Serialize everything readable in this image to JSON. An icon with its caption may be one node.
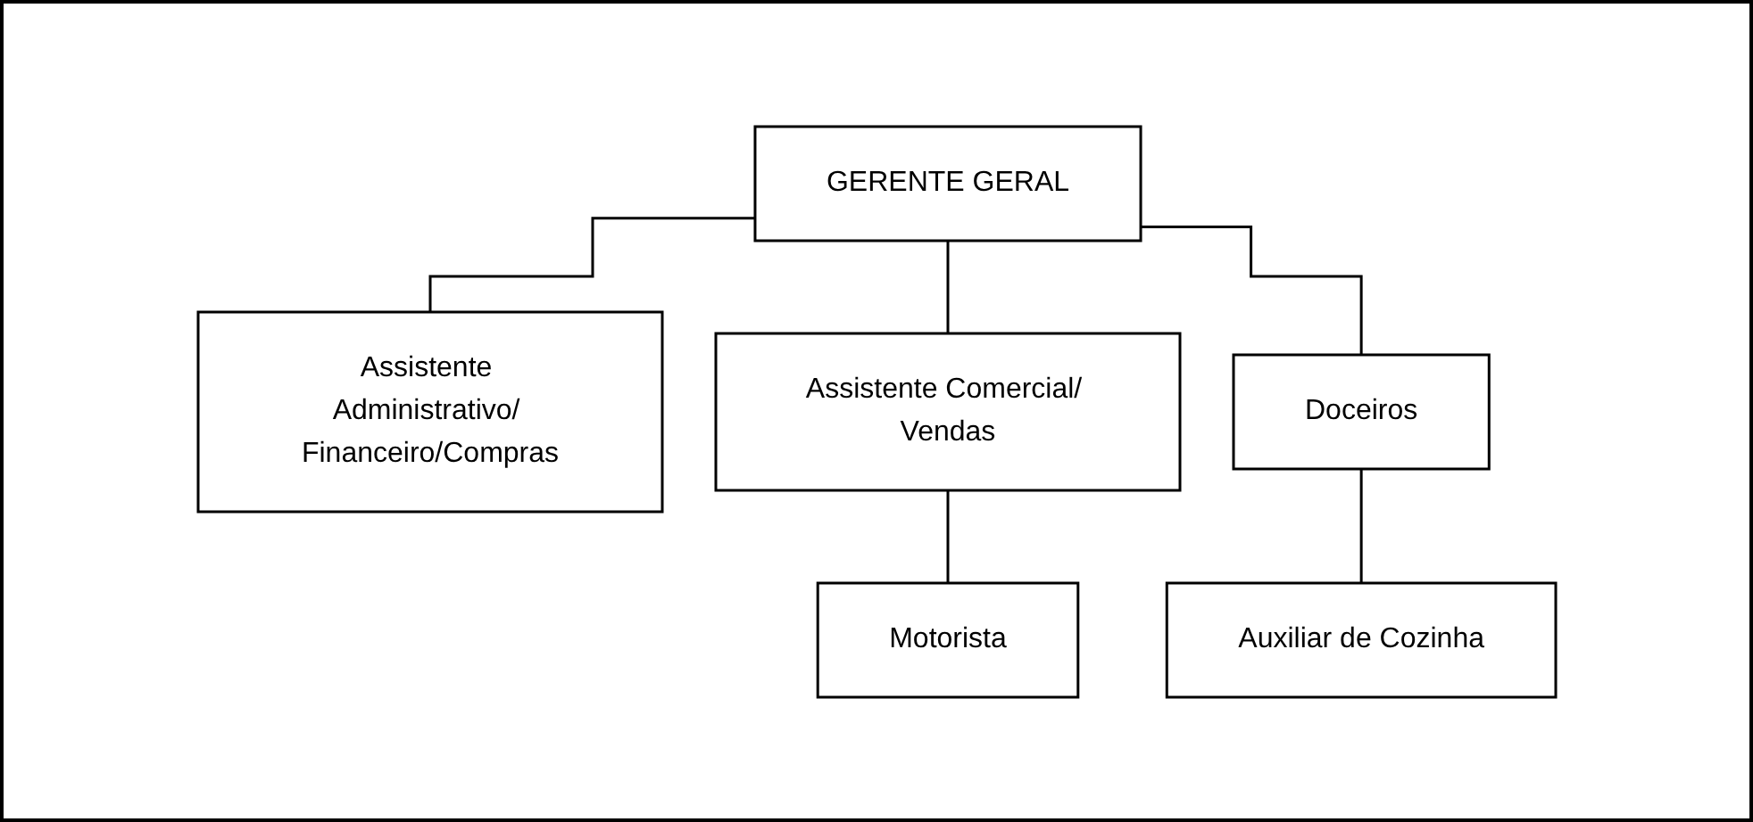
{
  "diagram": {
    "nodes": [
      {
        "text": [
          "GERENTE GERAL"
        ]
      },
      {
        "text": [
          "Assistente Administrativo/ Financeiro/Compras"
        ]
      },
      {
        "text": [
          "Assistente Comercial/ Vendas"
        ]
      },
      {
        "text": [
          "Doceiros"
        ]
      },
      {
        "text": [
          "Motorista"
        ]
      },
      {
        "text": [
          "Auxiliar de Cozinha"
        ]
      }
    ],
    "edges": [
      {
        "from": 0,
        "to": 1,
        "arrow": "none"
      },
      {
        "from": 0,
        "to": 2,
        "arrow": "none"
      },
      {
        "from": 0,
        "to": 3,
        "arrow": "none"
      },
      {
        "from": 2,
        "to": 4,
        "arrow": "none"
      },
      {
        "from": 3,
        "to": 5,
        "arrow": "none"
      }
    ]
  }
}
